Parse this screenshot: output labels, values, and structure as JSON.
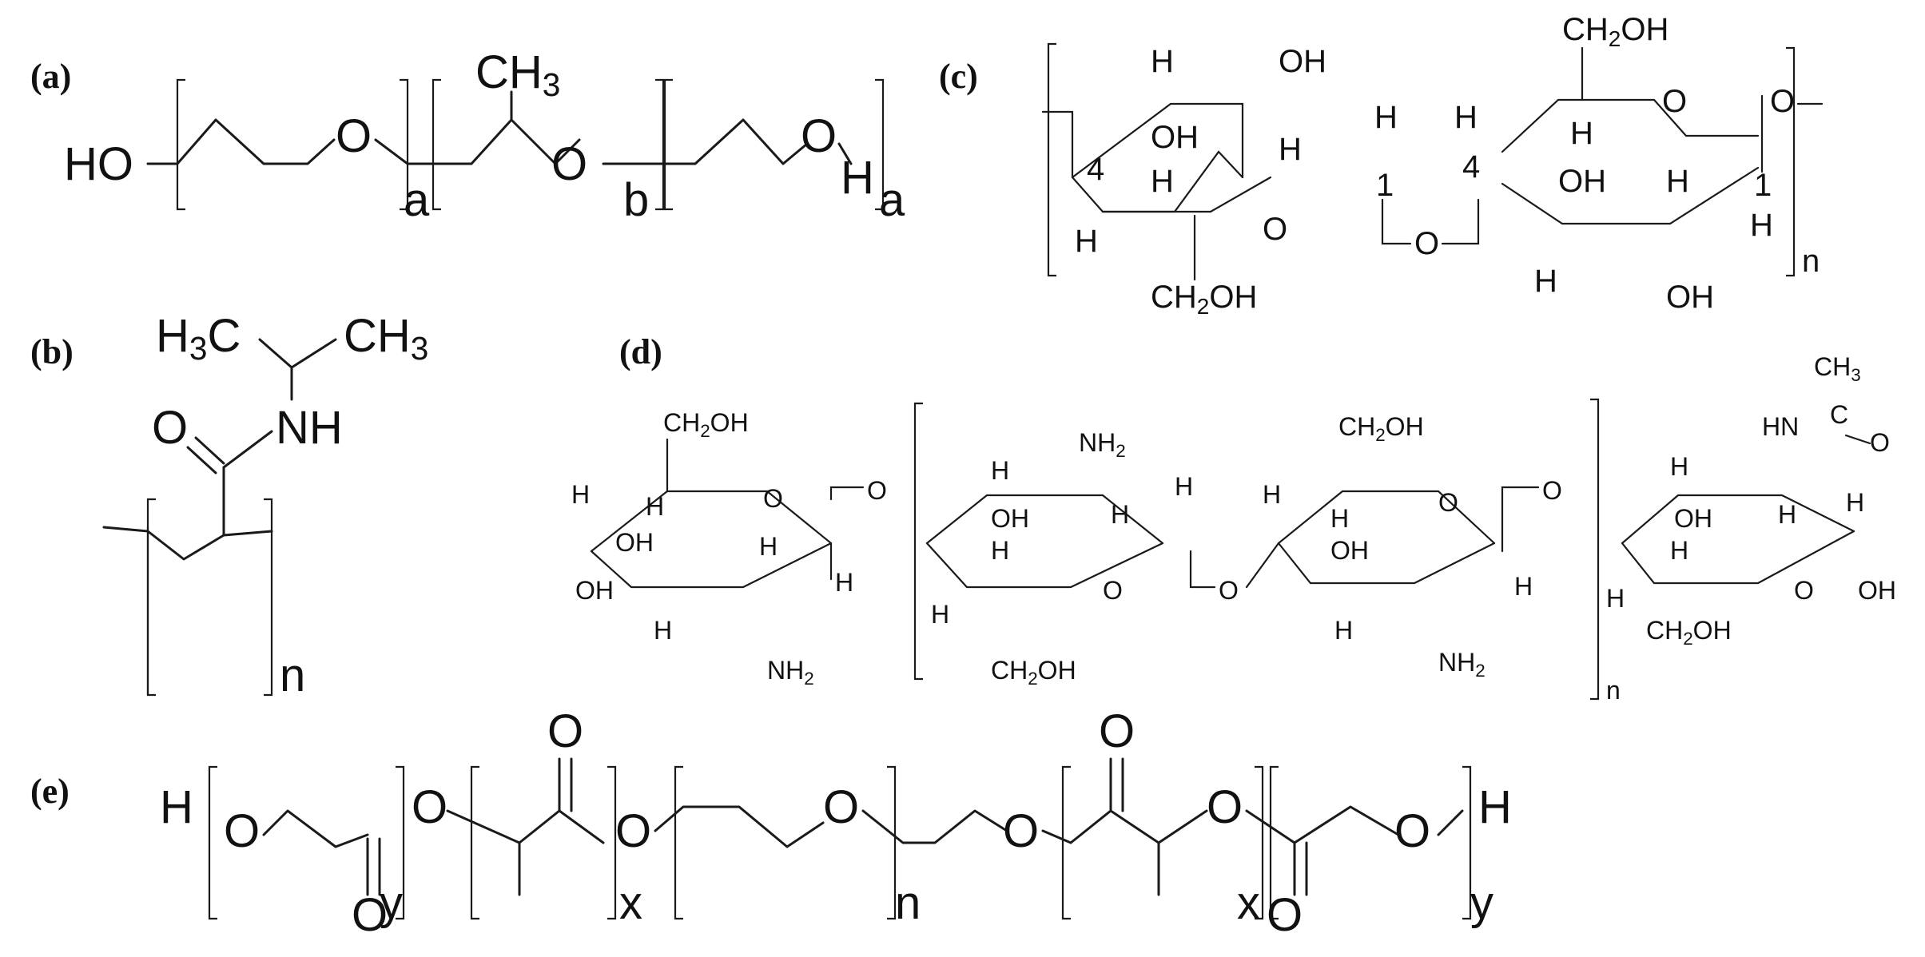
{
  "panels": {
    "a": "(a)",
    "b": "(b)",
    "c": "(c)",
    "d": "(d)",
    "e": "(e)"
  },
  "atoms": {
    "HO": "HO",
    "O": "O",
    "H": "H",
    "OH": "OH",
    "NH": "NH",
    "HN": "HN",
    "C": "C",
    "CH": "CH",
    "CH3": "3",
    "H3C": "H",
    "sub3": "3",
    "sub2": "2",
    "CH2OH_a": "CH",
    "CH2OH_b": "OH",
    "NH2_a": "NH",
    "one": "1",
    "four": "4"
  },
  "subscripts": {
    "a": "a",
    "b": "b",
    "n": "n",
    "x": "x",
    "y": "y"
  }
}
